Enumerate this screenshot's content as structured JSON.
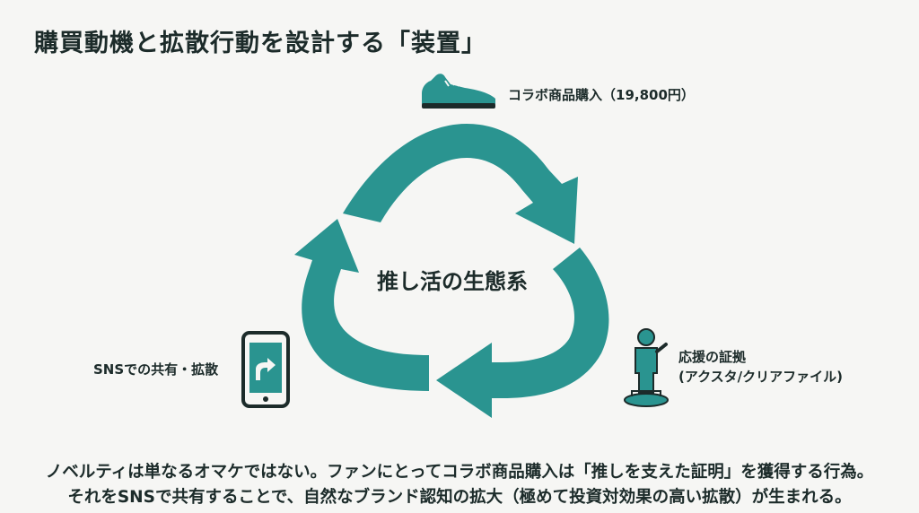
{
  "title": "購買動機と拡散行動を設計する「装置」",
  "cycle": {
    "center_label": "推し活の生態系",
    "color": "#2a9490",
    "nodes": [
      {
        "label_lines": [
          "コラボ商品購入（19,800円）"
        ],
        "icon": "sneaker-icon"
      },
      {
        "label_lines": [
          "応援の証拠",
          "(アクスタ/クリアファイル)"
        ],
        "icon": "acrylic-stand-figure-icon"
      },
      {
        "label_lines": [
          "SNSでの共有・拡散"
        ],
        "icon": "smartphone-share-icon"
      }
    ]
  },
  "footer": {
    "line1": "ノベルティは単なるオマケではない。ファンにとってコラボ商品購入は「推しを支えた証明」を獲得する行為。",
    "line2": "それをSNSで共有することで、自然なブランド認知の拡大（極めて投資対効果の高い拡散）が生まれる。"
  }
}
